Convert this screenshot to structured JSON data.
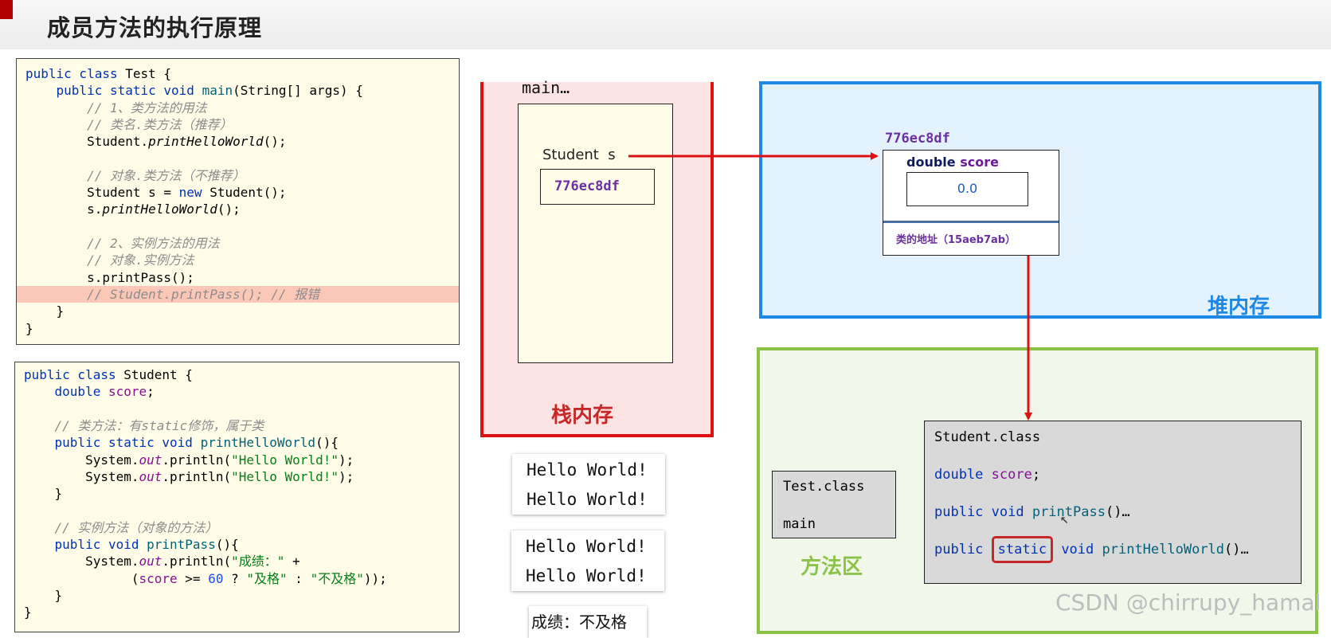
{
  "title": "成员方法的执行原理",
  "code_test": [
    [
      {
        "t": "public class ",
        "c": "kw"
      },
      {
        "t": "Test {",
        "c": ""
      }
    ],
    [
      {
        "t": "    public static void ",
        "c": "kw"
      },
      {
        "t": "main",
        "c": "fn"
      },
      {
        "t": "(String[] args) {",
        "c": ""
      }
    ],
    [
      {
        "t": "        // 1、类方法的用法",
        "c": "cm"
      }
    ],
    [
      {
        "t": "        // 类名.类方法（推荐）",
        "c": "cm"
      }
    ],
    [
      {
        "t": "        Student.",
        "c": ""
      },
      {
        "t": "printHelloWorld",
        "c": "it"
      },
      {
        "t": "();",
        "c": ""
      }
    ],
    [
      {
        "t": "",
        "c": ""
      }
    ],
    [
      {
        "t": "        // 对象.类方法（不推荐）",
        "c": "cm"
      }
    ],
    [
      {
        "t": "        Student s = ",
        "c": ""
      },
      {
        "t": "new ",
        "c": "kw"
      },
      {
        "t": "Student();",
        "c": ""
      }
    ],
    [
      {
        "t": "        s.",
        "c": ""
      },
      {
        "t": "printHelloWorld",
        "c": "it"
      },
      {
        "t": "();",
        "c": ""
      }
    ],
    [
      {
        "t": "",
        "c": ""
      }
    ],
    [
      {
        "t": "        // 2、实例方法的用法",
        "c": "cm"
      }
    ],
    [
      {
        "t": "        // 对象.实例方法",
        "c": "cm"
      }
    ],
    [
      {
        "t": "        s.printPass();",
        "c": ""
      }
    ],
    [
      {
        "t": "        // Student.printPass(); // 报错",
        "c": "cm"
      }
    ],
    [
      {
        "t": "    }",
        "c": ""
      }
    ],
    [
      {
        "t": "}",
        "c": ""
      }
    ]
  ],
  "code_student": [
    [
      {
        "t": "public class ",
        "c": "kw"
      },
      {
        "t": "Student {",
        "c": ""
      }
    ],
    [
      {
        "t": "    double ",
        "c": "kw"
      },
      {
        "t": "score",
        "c": "fd"
      },
      {
        "t": ";",
        "c": ""
      }
    ],
    [
      {
        "t": "",
        "c": ""
      }
    ],
    [
      {
        "t": "    // 类方法：有static修饰，属于类",
        "c": "cm"
      }
    ],
    [
      {
        "t": "    public static void ",
        "c": "kw"
      },
      {
        "t": "printHelloWorld",
        "c": "fn"
      },
      {
        "t": "(){",
        "c": ""
      }
    ],
    [
      {
        "t": "        System.",
        "c": ""
      },
      {
        "t": "out",
        "c": "fd it"
      },
      {
        "t": ".println(",
        "c": ""
      },
      {
        "t": "\"Hello World!\"",
        "c": "st"
      },
      {
        "t": ");",
        "c": ""
      }
    ],
    [
      {
        "t": "        System.",
        "c": ""
      },
      {
        "t": "out",
        "c": "fd it"
      },
      {
        "t": ".println(",
        "c": ""
      },
      {
        "t": "\"Hello World!\"",
        "c": "st"
      },
      {
        "t": ");",
        "c": ""
      }
    ],
    [
      {
        "t": "    }",
        "c": ""
      }
    ],
    [
      {
        "t": "",
        "c": ""
      }
    ],
    [
      {
        "t": "    // 实例方法（对象的方法）",
        "c": "cm"
      }
    ],
    [
      {
        "t": "    public void ",
        "c": "kw"
      },
      {
        "t": "printPass",
        "c": "fn"
      },
      {
        "t": "(){",
        "c": ""
      }
    ],
    [
      {
        "t": "        System.",
        "c": ""
      },
      {
        "t": "out",
        "c": "fd it"
      },
      {
        "t": ".println(",
        "c": ""
      },
      {
        "t": "\"成绩：\" ",
        "c": "st"
      },
      {
        "t": "+",
        "c": ""
      }
    ],
    [
      {
        "t": "              (",
        "c": ""
      },
      {
        "t": "score ",
        "c": "fd"
      },
      {
        "t": ">= ",
        "c": ""
      },
      {
        "t": "60",
        "c": "nm"
      },
      {
        "t": " ? ",
        "c": ""
      },
      {
        "t": "\"及格\"",
        "c": "st"
      },
      {
        "t": " : ",
        "c": ""
      },
      {
        "t": "\"不及格\"",
        "c": "st"
      },
      {
        "t": "));",
        "c": ""
      }
    ],
    [
      {
        "t": "    }",
        "c": ""
      }
    ],
    [
      {
        "t": "}",
        "c": ""
      }
    ]
  ],
  "stack": {
    "frame_label": "main…",
    "var_label": "Student  s",
    "var_value": "776ec8df",
    "area_label": "栈内存"
  },
  "heap": {
    "address": "776ec8df",
    "field_label_type": "double ",
    "field_label_name": "score",
    "field_value": "0.0",
    "class_addr": "类的地址（15aeb7ab）",
    "area_label": "堆内存"
  },
  "method_area": {
    "test_class": {
      "name": "Test.class",
      "member": "main"
    },
    "student_class": {
      "name": "Student.class",
      "line2_kw": "double ",
      "line2_field": "score",
      "line2_end": ";",
      "line3_kw": "public void ",
      "line3_fn": "printPass",
      "line3_end": "()…",
      "line4_kw1": "public ",
      "line4_static": "static",
      "line4_kw2": " void ",
      "line4_fn": "printHelloWorld",
      "line4_end": "()…"
    },
    "area_label": "方法区"
  },
  "outputs": {
    "box1": [
      "Hello World!",
      "Hello World!"
    ],
    "box2": [
      "Hello World!",
      "Hello World!"
    ],
    "box3": "成绩：不及格"
  },
  "watermark": "CSDN @chirrupy_hamal",
  "colors": {
    "stack_border": "#dd1111",
    "heap_border": "#1e88e5",
    "method_border": "#8bc34a",
    "address_color": "#6a2fa0",
    "arrow": "#dd1111"
  }
}
